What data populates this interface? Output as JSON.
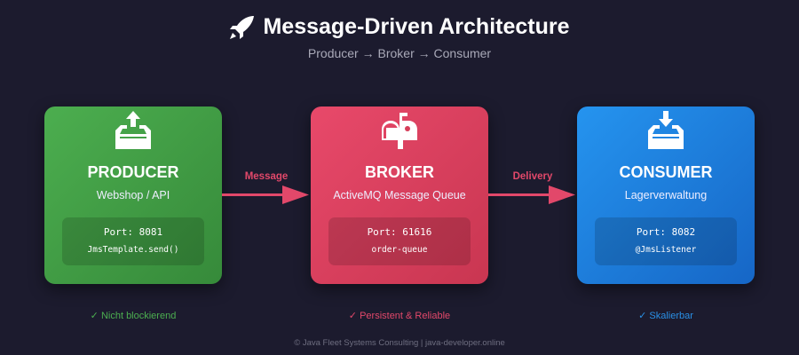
{
  "header": {
    "title": "Message-Driven Architecture",
    "subtitle": "Producer → Broker → Consumer",
    "icon": "rocket-icon"
  },
  "components": [
    {
      "name": "PRODUCER",
      "description": "Webshop / API",
      "port": "Port: 8081",
      "method": "JmsTemplate.send()",
      "icon": "inbox-upload-icon",
      "color": "#4caf50",
      "feature": "✓ Nicht blockierend"
    },
    {
      "name": "BROKER",
      "description": "ActiveMQ Message Queue",
      "port": "Port: 61616",
      "method": "order-queue",
      "icon": "mailbox-icon",
      "color": "#e84a66",
      "feature": "✓ Persistent & Reliable"
    },
    {
      "name": "CONSUMER",
      "description": "Lagerverwaltung",
      "port": "Port: 8082",
      "method": "@JmsListener",
      "icon": "inbox-download-icon",
      "color": "#2196f3",
      "feature": "✓ Skalierbar"
    }
  ],
  "arrows": [
    {
      "label": "Message"
    },
    {
      "label": "Delivery"
    }
  ],
  "footer": "© Java Fleet Systems Consulting | java-developer.online"
}
